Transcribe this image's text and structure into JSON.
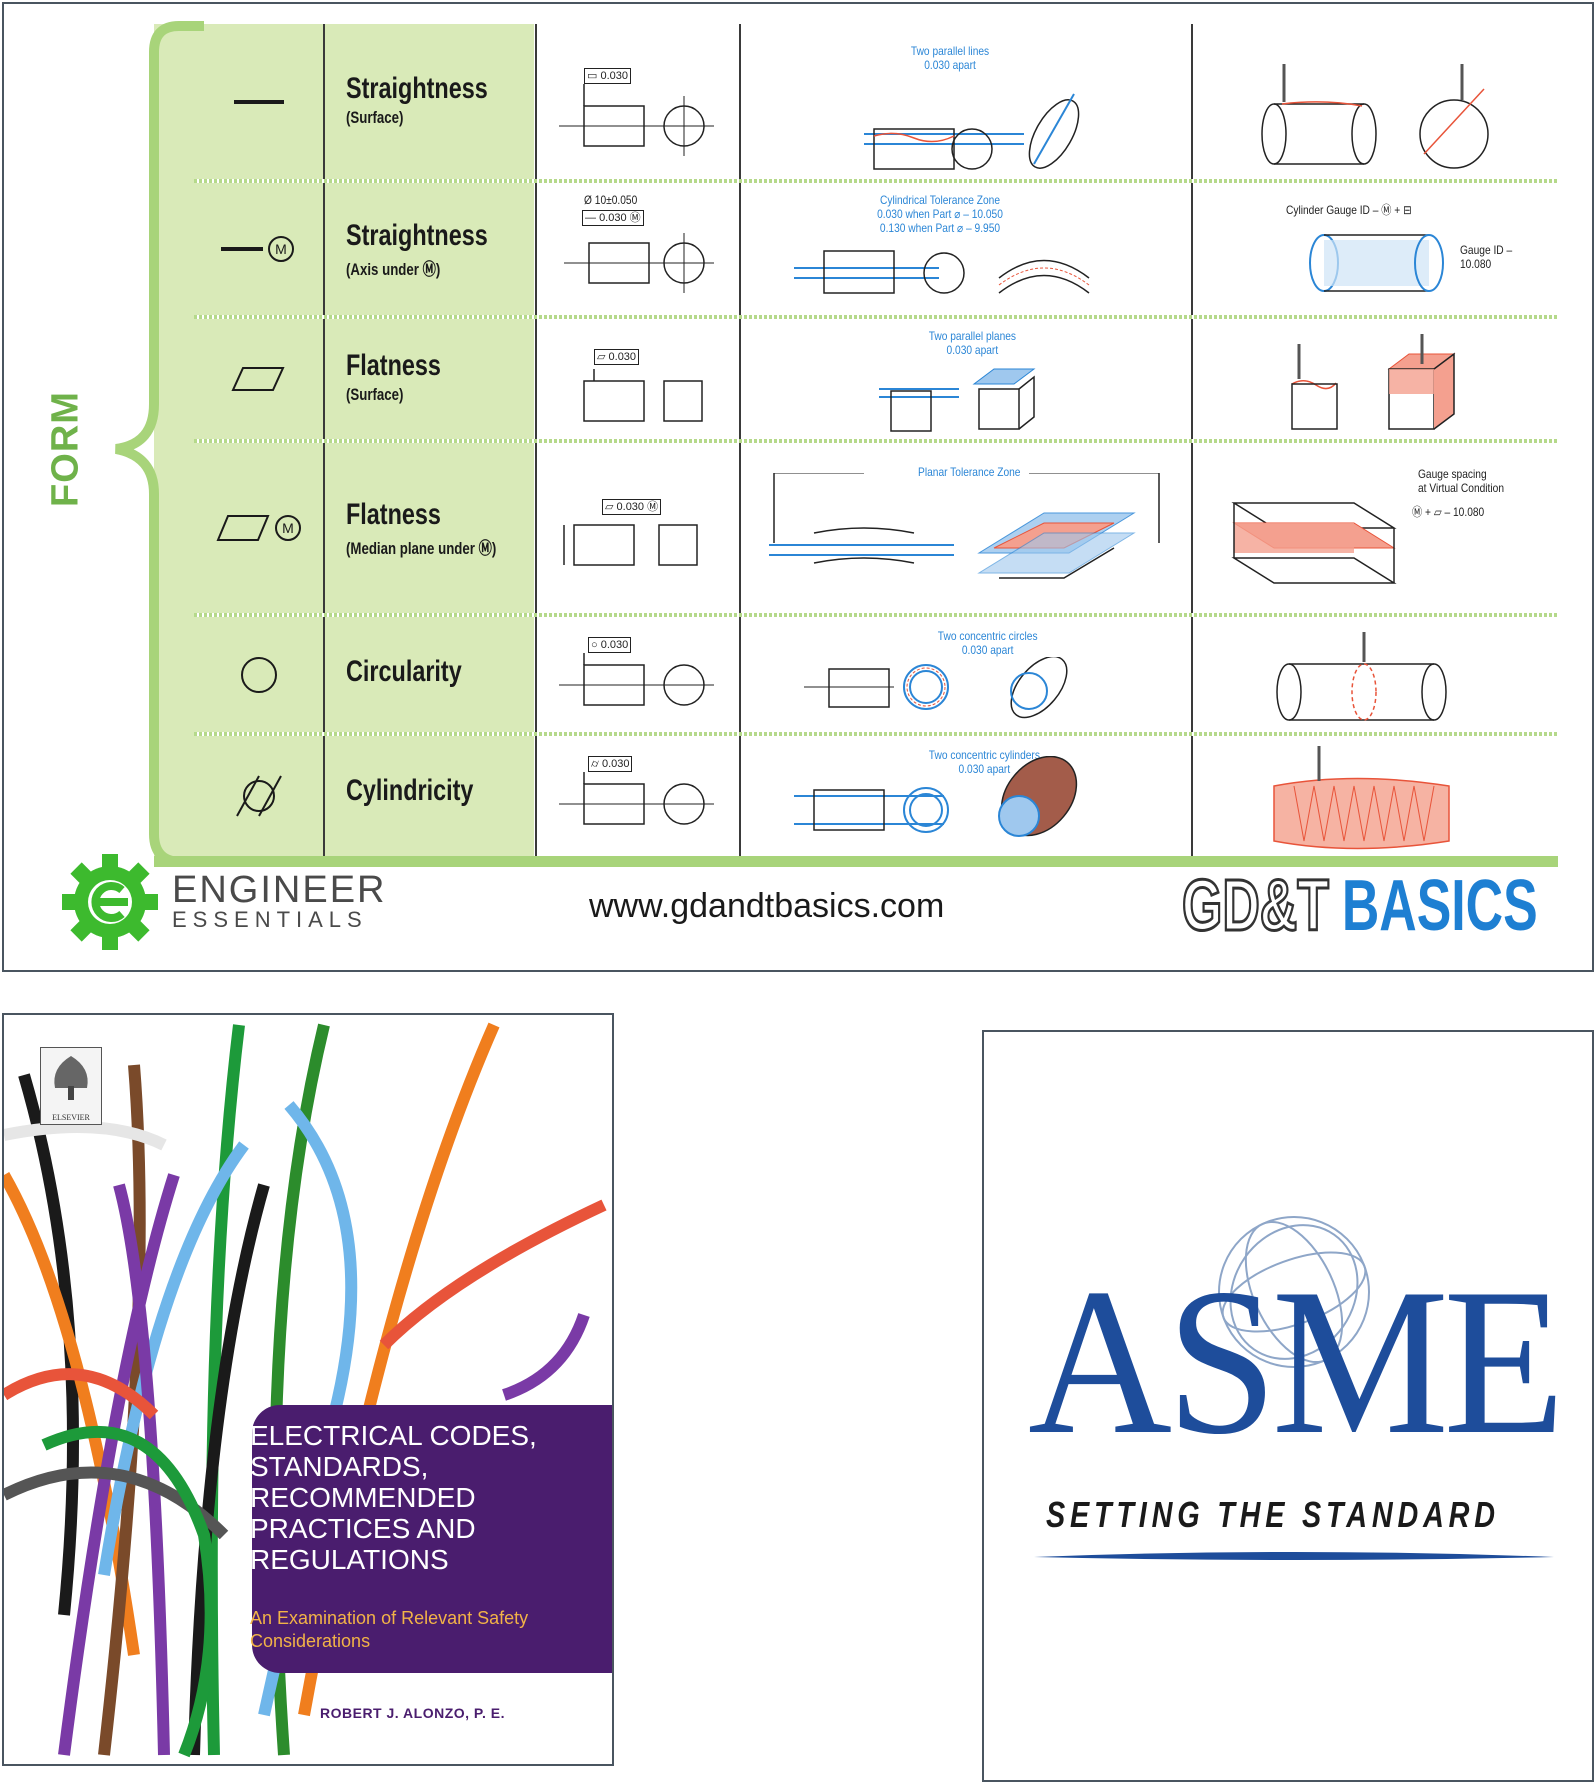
{
  "gdt_chart": {
    "category_label": "FORM",
    "rows": [
      {
        "symbol": "straightness-icon",
        "name": "Straightness",
        "sub": "(Surface)",
        "fcf": "0.030",
        "zone_label": "Two parallel lines\n0.030 apart"
      },
      {
        "symbol": "straightness-mmc-icon",
        "name": "Straightness",
        "sub": "(Axis under Ⓜ)",
        "fcf": "0.030 Ⓜ",
        "dim": "Ø 10±0.050",
        "zone_label": "Cylindrical Tolerance Zone\n0.030 when Part ⌀ – 10.050\n0.130 when Part ⌀ – 9.950",
        "gauge_label": "Cylinder Gauge ID –  Ⓜ + ⊟",
        "gauge_id": "Gauge ID –\n10.080"
      },
      {
        "symbol": "flatness-icon",
        "name": "Flatness",
        "sub": "(Surface)",
        "fcf": "0.030",
        "zone_label": "Two parallel planes\n0.030 apart"
      },
      {
        "symbol": "flatness-mmc-icon",
        "name": "Flatness",
        "sub": "(Median plane under Ⓜ)",
        "fcf": "0.030 Ⓜ",
        "zone_label": "Planar Tolerance Zone",
        "gauge_label": "Gauge spacing\nat Virtual Condition",
        "gauge_value": "Ⓜ + ⏥  – 10.080"
      },
      {
        "symbol": "circularity-icon",
        "name": "Circularity",
        "sub": "",
        "fcf": "0.030",
        "zone_label": "Two concentric circles\n0.030 apart"
      },
      {
        "symbol": "cylindricity-icon",
        "name": "Cylindricity",
        "sub": "",
        "fcf": "0.030",
        "zone_label": "Two concentric cylinders\n0.030 apart"
      }
    ],
    "footer": {
      "brand_top": "ENGINEER",
      "brand_bottom": "ESSENTIALS",
      "url": "www.gdandtbasics.com",
      "logo_left": "GD&T",
      "logo_right": "BASICS"
    },
    "colors": {
      "green": "#a8d47a",
      "light_green": "#d9eab8",
      "blue": "#2b86d6",
      "red": "#e8543a"
    }
  },
  "book": {
    "publisher": "ELSEVIER",
    "title": "ELECTRICAL CODES, STANDARDS, RECOMMENDED PRACTICES AND REGULATIONS",
    "subtitle": "An Examination of Relevant Safety Considerations",
    "author": "ROBERT J. ALONZO, P. E.",
    "title_color": "#4a1d6e"
  },
  "asme": {
    "name": "ASME",
    "tagline": "SETTING THE STANDARD",
    "color": "#1e4d9b"
  }
}
